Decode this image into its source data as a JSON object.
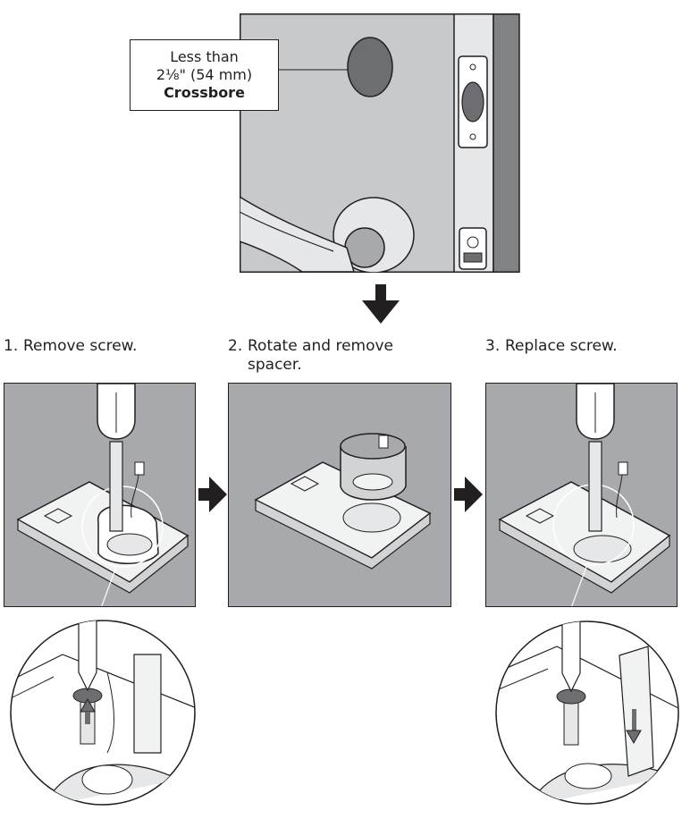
{
  "callout": {
    "line1": "Less than",
    "line2": "2⅛\" (54 mm)",
    "line3": "Crossbore"
  },
  "steps": [
    {
      "num": "1.",
      "text": "Remove screw."
    },
    {
      "num": "2.",
      "text": "Rotate and remove",
      "text2": "spacer."
    },
    {
      "num": "3.",
      "text": "Replace screw."
    }
  ],
  "colors": {
    "panel_gray": "#a7a9ac",
    "door_gray": "#c8c9cb",
    "dark_gray": "#6d6e71",
    "line": "#231f20"
  },
  "icons": [
    "door-illustration",
    "arrow-down-icon",
    "arrow-right-icon",
    "screwdriver-icon",
    "spacer-icon",
    "magnifier-circle"
  ]
}
